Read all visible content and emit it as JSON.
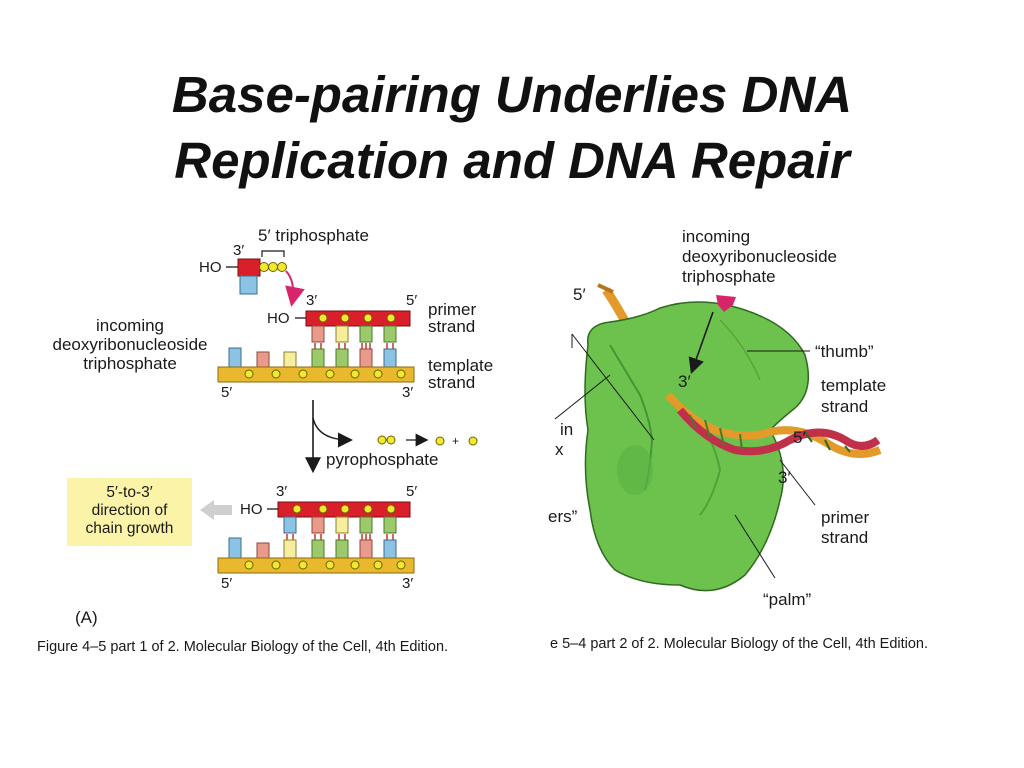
{
  "title": {
    "line1": "Base-pairing Underlies DNA",
    "line2": "Replication and DNA Repair"
  },
  "figure_a": {
    "label_triphosphate": "5′ triphosphate",
    "label_3prime_top": "3′",
    "label_ho_top": "HO",
    "label_3prime_primer": "3′",
    "label_5prime_primer": "5′",
    "label_ho_primer": "HO",
    "label_primer_strand_1": "primer",
    "label_primer_strand_2": "strand",
    "label_incoming_1": "incoming",
    "label_incoming_2": "deoxyribonucleoside",
    "label_incoming_3": "triphosphate",
    "label_template_strand_1": "template",
    "label_template_strand_2": "strand",
    "label_5prime_template": "5′",
    "label_3prime_template": "3′",
    "label_pyrophosphate": "pyrophosphate",
    "label_plus": "+",
    "label_3prime_bottom": "3′",
    "label_5prime_bottom": "5′",
    "label_ho_bottom": "HO",
    "label_5prime_bottom_template": "5′",
    "label_3prime_bottom_template": "3′",
    "callout_line1": "5′-to-3′",
    "callout_line2": "direction of",
    "callout_line3": "chain growth",
    "panel_label": "(A)",
    "caption": "Figure 4–5 part 1 of 2. Molecular Biology of the Cell, 4th Edition."
  },
  "figure_b": {
    "label_incoming_1": "incoming",
    "label_incoming_2": "deoxyribonucleoside",
    "label_incoming_3": "triphosphate",
    "label_5prime_top": "5′",
    "label_thumb": "“thumb”",
    "label_3prime_center": "3′",
    "label_template_1": "template",
    "label_template_2": "strand",
    "label_5prime_right": "5′",
    "label_3prime_right": "3′",
    "label_primer_1": "primer",
    "label_primer_2": "strand",
    "label_palm": "“palm”",
    "label_cut_in": "in",
    "label_cut_x": "x",
    "label_cut_ers": "ers”",
    "caption": "e 5–4 part 2 of 2. Molecular Biology of the Cell, 4th Edition."
  },
  "colors": {
    "primer_red": "#d9202a",
    "backbone_yellow": "#eab82d",
    "phosphate_yellow": "#f1e92f",
    "base_blue": "#8cc3e4",
    "base_pink": "#ea9a8a",
    "base_cream": "#f6ee9c",
    "base_green": "#9cc96c",
    "polymerase_green": "#6cc24c",
    "arrow_magenta": "#d8246a",
    "callout_yellow": "#fbf4a8"
  }
}
